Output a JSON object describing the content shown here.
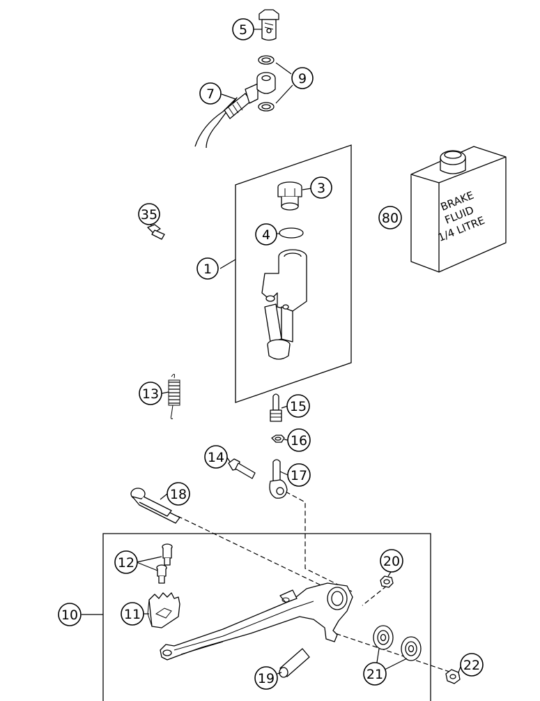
{
  "callouts": {
    "c1": "1",
    "c3": "3",
    "c4": "4",
    "c5": "5",
    "c7": "7",
    "c9": "9",
    "c10": "10",
    "c11": "11",
    "c12": "12",
    "c13": "13",
    "c14": "14",
    "c15": "15",
    "c16": "16",
    "c17": "17",
    "c18": "18",
    "c19": "19",
    "c20": "20",
    "c21": "21",
    "c22": "22",
    "c35": "35",
    "c80": "80"
  },
  "container_label": [
    "BRAKE",
    "FLUID",
    "1/4 LITRE"
  ]
}
